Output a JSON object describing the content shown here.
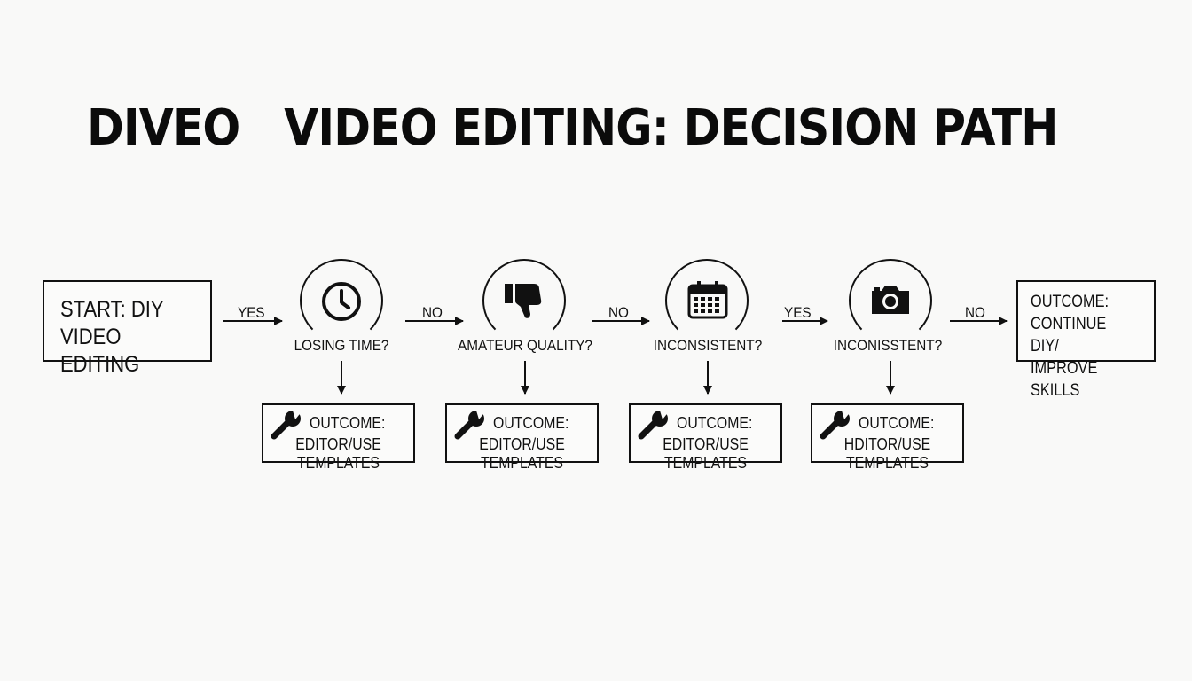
{
  "title": "DIVEO   VIDEO EDITING: DECISION PATH",
  "start": {
    "label": "START: DIY\nVIDEO EDITING"
  },
  "end": {
    "label": "OUTCOME:\nCONTINUE DIY/\nIMPROVE SKILLS"
  },
  "edges": [
    "YES",
    "NO",
    "NO",
    "YES",
    "NO"
  ],
  "decisions": [
    {
      "label": "LOSING TIME?",
      "icon": "clock-icon"
    },
    {
      "label": "AMATEUR QUALITY?",
      "icon": "thumbs-down-icon"
    },
    {
      "label": "INCONSISTENT?",
      "icon": "calendar-icon"
    },
    {
      "label": "INCONISSTENT?",
      "icon": "camera-icon"
    }
  ],
  "outcomes": [
    {
      "title": "OUTCOME:",
      "text": "EDITOR/USE TEMPLATES",
      "icon": "wrench-icon"
    },
    {
      "title": "OUTCOME:",
      "text": "EDITOR/USE TEMPLATES",
      "icon": "wrench-icon"
    },
    {
      "title": "OUTCOME:",
      "text": "EDITOR/USE TEMPLATES",
      "icon": "wrench-icon"
    },
    {
      "title": "OUTCOME:",
      "text": "HDITOR/USE TEMPLATES",
      "icon": "wrench-icon"
    }
  ],
  "colors": {
    "ink": "#111111",
    "background": "#f9f9f8"
  }
}
